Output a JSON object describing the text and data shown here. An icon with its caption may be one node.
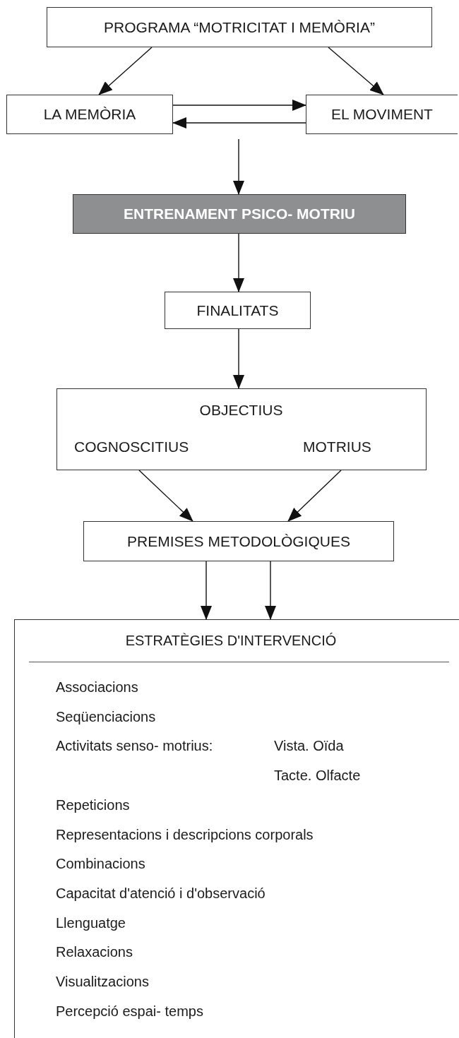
{
  "diagram": {
    "nodes": [
      {
        "text": [
          "PROGRAMA “MOTRICITAT I MEMÒRIA”"
        ]
      },
      {
        "text": [
          "LA MEMÒRIA"
        ]
      },
      {
        "text": [
          "EL MOVIMENT"
        ]
      },
      {
        "text": [
          "ENTRENAMENT PSICO- MOTRIU"
        ]
      },
      {
        "text": [
          "FINALITATS"
        ]
      },
      {
        "text": [
          "OBJECTIUS",
          "COGNOSCITIUS",
          "MOTRIUS"
        ]
      },
      {
        "text": [
          "PREMISES METODOLÒGIQUES"
        ]
      },
      {
        "text": [
          "ESTRATÈGIES D'INTERVENCIÓ",
          "Associacions",
          "Seqüenciacions",
          "Activitats senso- motrius:",
          "Vista. Oïda",
          "Tacte. Olfacte",
          "Repeticions",
          "Representacions i descripcions corporals",
          "Combinacions",
          "Capacitat d'atenció i d'observació",
          "Llenguatge",
          "Relaxacions",
          "Visualitzacions",
          "Percepció espai- temps"
        ]
      }
    ],
    "edges": [
      {
        "from": 0,
        "to": 1,
        "arrow": "to"
      },
      {
        "from": 0,
        "to": 2,
        "arrow": "to"
      },
      {
        "from": 1,
        "to": 2,
        "arrow": "to"
      },
      {
        "from": 2,
        "to": 1,
        "arrow": "to"
      },
      {
        "from": null,
        "to": 3,
        "arrow": "to"
      },
      {
        "from": 3,
        "to": 4,
        "arrow": "to"
      },
      {
        "from": 4,
        "to": 5,
        "arrow": "to"
      },
      {
        "from": 5,
        "to": 6,
        "arrow": "to"
      },
      {
        "from": 5,
        "to": 6,
        "arrow": "to"
      },
      {
        "from": 6,
        "to": 7,
        "arrow": "to"
      },
      {
        "from": 6,
        "to": 7,
        "arrow": "to"
      }
    ]
  }
}
